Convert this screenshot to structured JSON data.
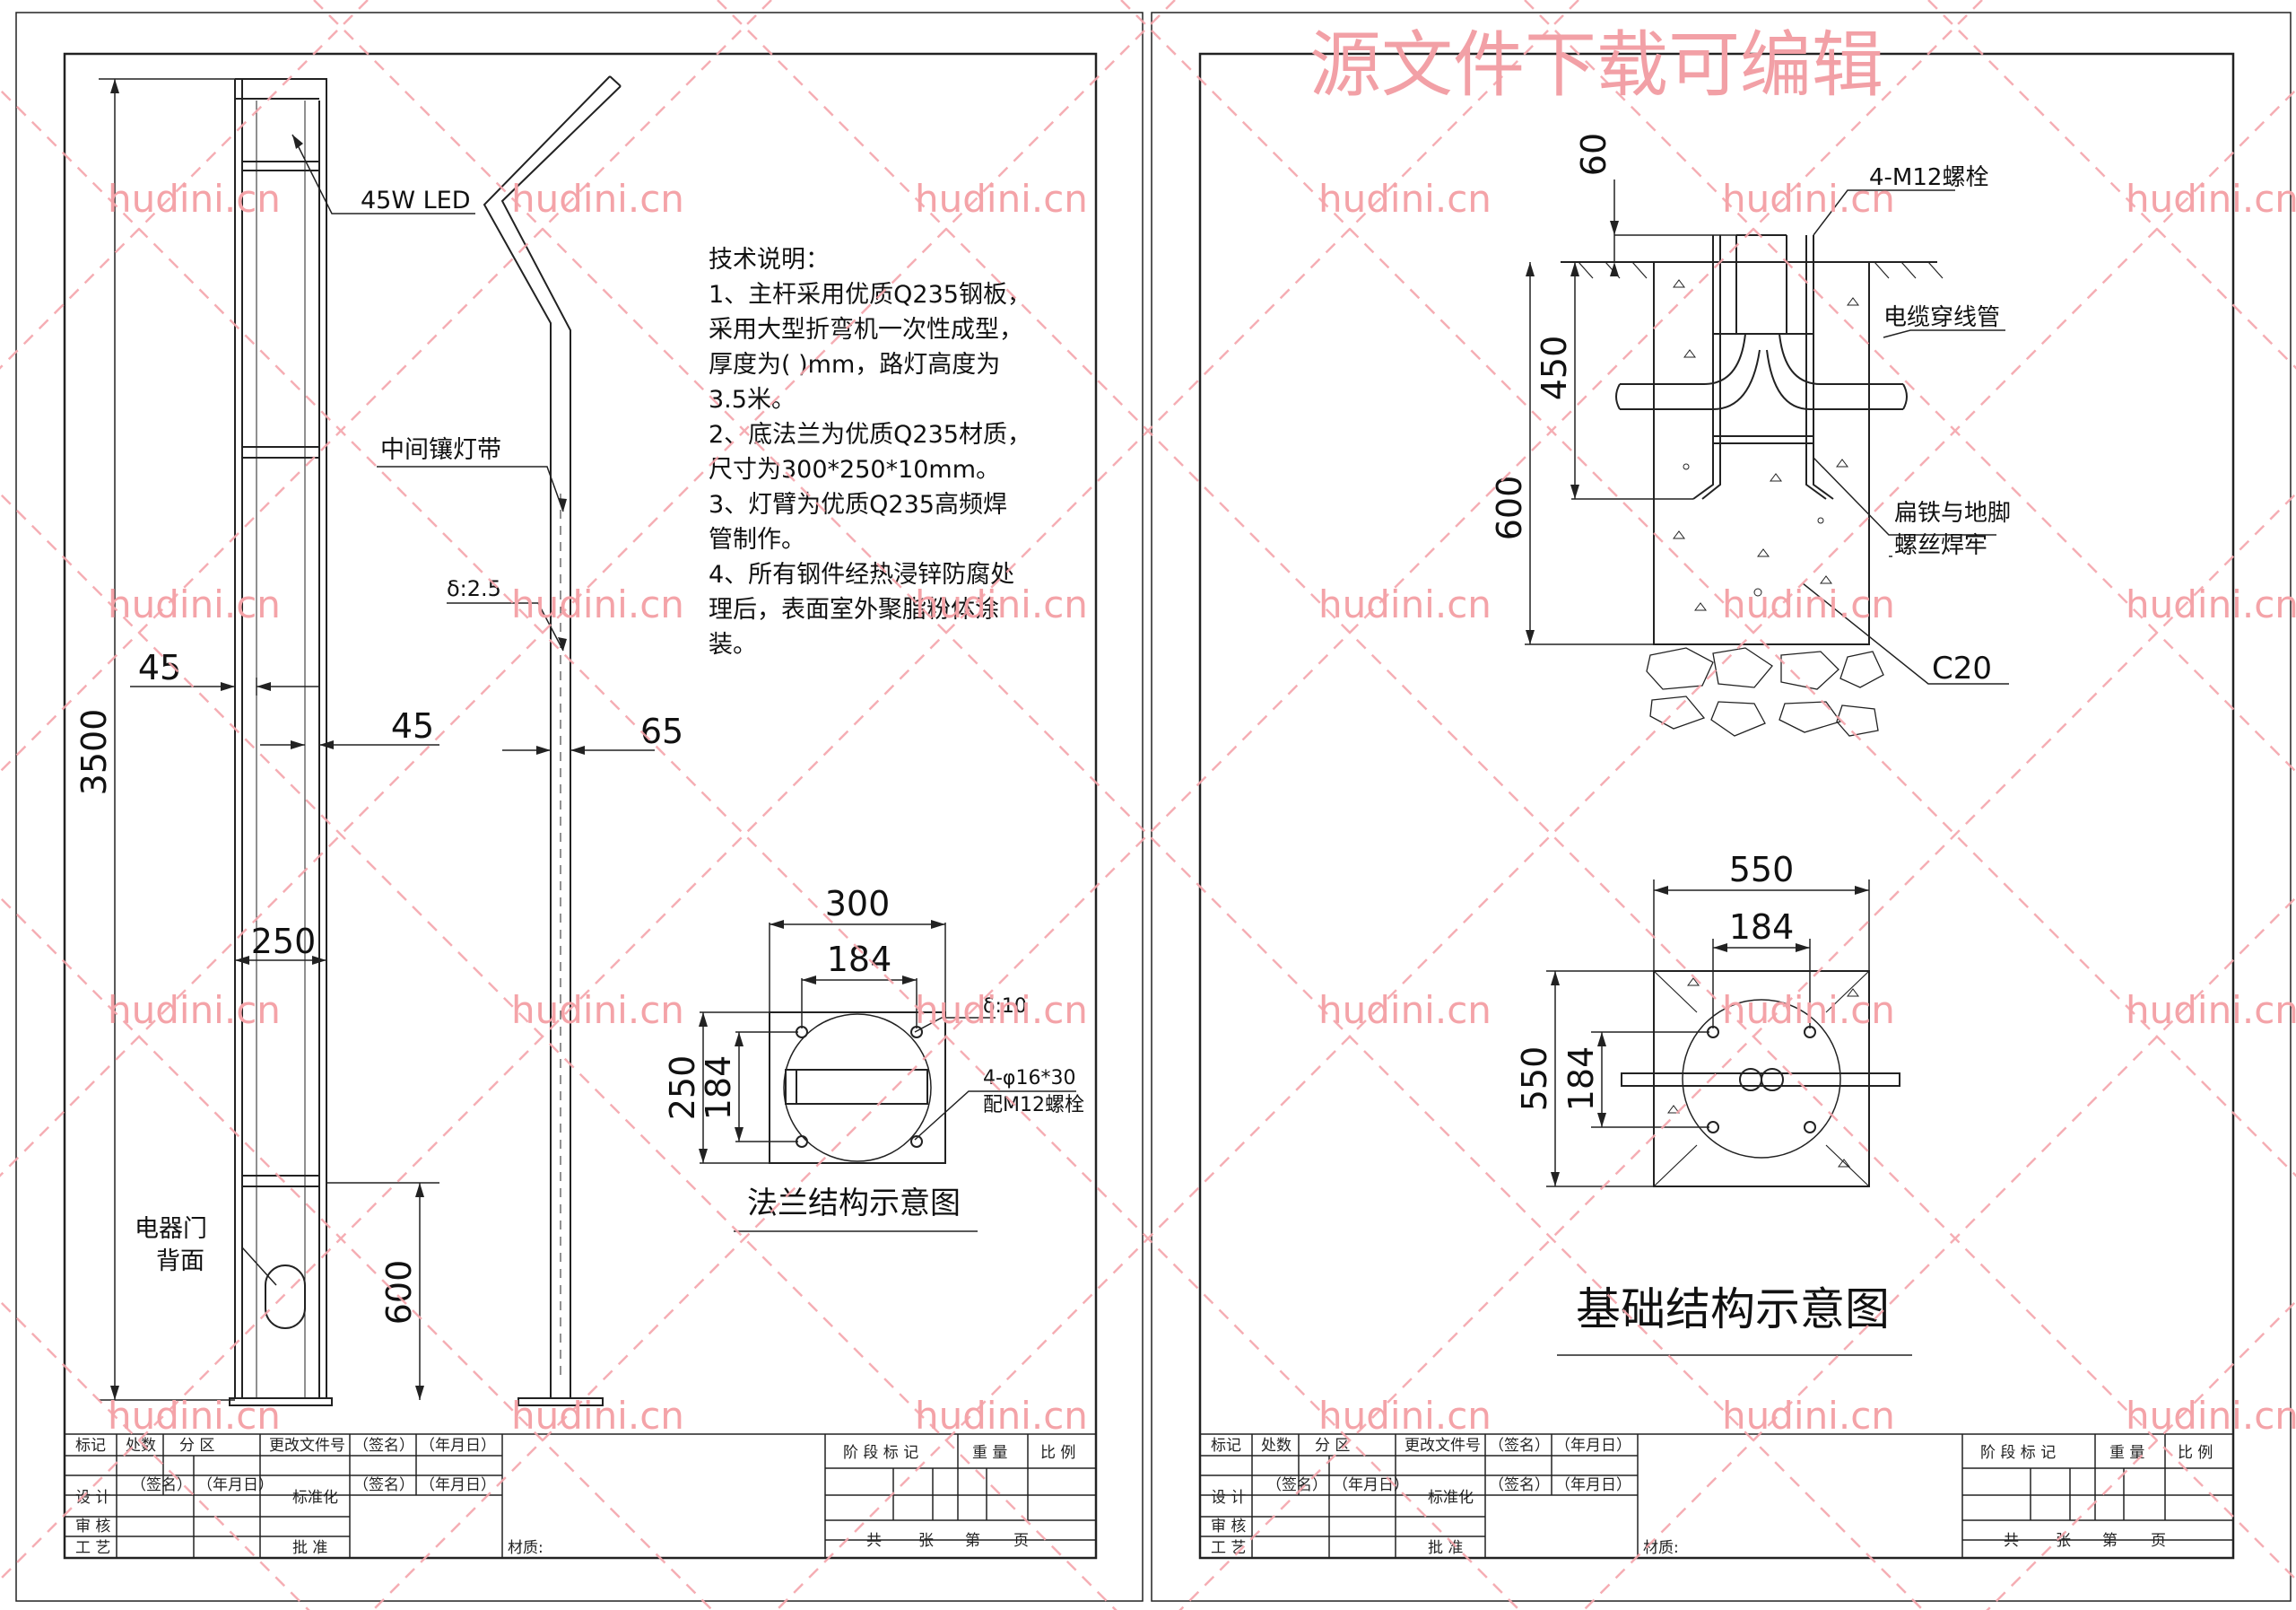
{
  "watermarks": {
    "banner": "源文件下载可编辑",
    "site": "hudini.cn"
  },
  "left_sheet": {
    "labels": {
      "led": "45W LED",
      "middle_strip": "中间镶灯带",
      "wall_thickness": "δ:2.5",
      "door": "电器门",
      "door_back": "背面"
    },
    "dims": {
      "height": "3500",
      "w45a": "45",
      "w45b": "45",
      "w65": "65",
      "w250": "250",
      "h600": "600"
    },
    "notes": {
      "title": "技术说明：",
      "lines": [
        "1、主杆采用优质Q235钢板，",
        "采用大型折弯机一次性成型，",
        "厚度为( )mm，路灯高度为",
        "3.5米。",
        "2、底法兰为优质Q235材质，",
        "尺寸为300*250*10mm。",
        "3、灯臂为优质Q235高频焊",
        "管制作。",
        "4、所有钢件经热浸锌防腐处",
        "理后，表面室外聚脂粉体涂",
        "装。"
      ]
    },
    "flange": {
      "title": "法兰结构示意图",
      "w300": "300",
      "w184": "184",
      "h250": "250",
      "h184": "184",
      "thickness": "δ:10",
      "holes": "4-φ16*30",
      "bolts": "配M12螺栓"
    }
  },
  "right_sheet": {
    "foundation_title": "基础结构示意图",
    "section": {
      "d60": "60",
      "d450": "450",
      "d600": "600",
      "bolts": "4-M12螺栓",
      "conduit": "电缆穿线管",
      "weld1": "扁铁与地脚",
      "weld2": "螺丝焊牢",
      "concrete": "C20"
    },
    "plan": {
      "w550": "550",
      "w184": "184",
      "h550": "550",
      "h184": "184"
    }
  },
  "title_block": {
    "r1": [
      "标记",
      "处数",
      "分 区",
      "更改文件号",
      "（签名）",
      "（年月日）"
    ],
    "r2": [
      "设 计",
      "（签名）",
      "（年月日）",
      "标准化",
      "（签名）",
      "（年月日）"
    ],
    "r3": [
      "审 核"
    ],
    "r4": [
      "工 艺",
      "批 准"
    ],
    "material": "材质:",
    "stage": [
      "阶 段 标 记",
      "重 量",
      "比 例"
    ],
    "pages": [
      "共",
      "张",
      "第",
      "页"
    ]
  }
}
